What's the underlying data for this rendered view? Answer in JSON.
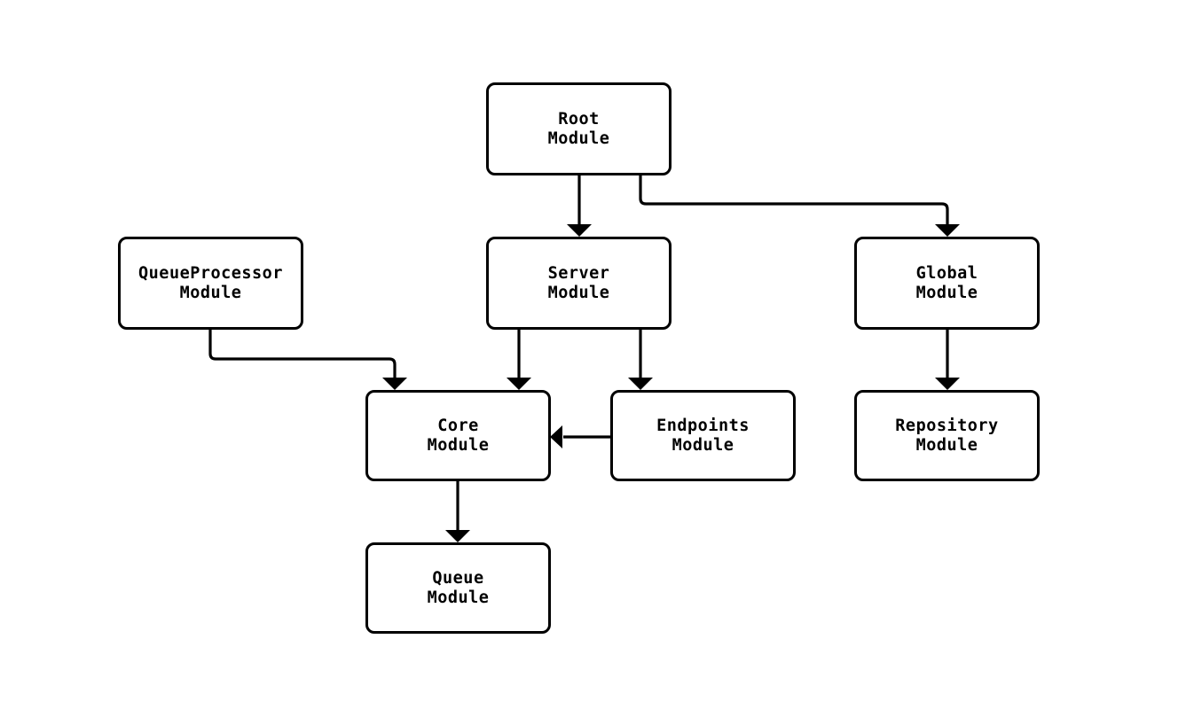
{
  "diagram": {
    "type": "flowchart",
    "background": "#ffffff",
    "colors": {
      "node_border": "#000000",
      "node_fill": "#ffffff",
      "edge": "#000000",
      "text": "#000000"
    },
    "nodes": [
      {
        "id": "root",
        "label": "Root\nModule"
      },
      {
        "id": "queueprocessor",
        "label": "QueueProcessor\nModule"
      },
      {
        "id": "server",
        "label": "Server\nModule"
      },
      {
        "id": "global",
        "label": "Global\nModule"
      },
      {
        "id": "core",
        "label": "Core\nModule"
      },
      {
        "id": "endpoints",
        "label": "Endpoints\nModule"
      },
      {
        "id": "repository",
        "label": "Repository\nModule"
      },
      {
        "id": "queue",
        "label": "Queue\nModule"
      }
    ],
    "edges": [
      {
        "from": "Root Module",
        "to": "Server Module"
      },
      {
        "from": "Root Module",
        "to": "Global Module"
      },
      {
        "from": "QueueProcessor Module",
        "to": "Core Module"
      },
      {
        "from": "Server Module",
        "to": "Core Module"
      },
      {
        "from": "Server Module",
        "to": "Endpoints Module"
      },
      {
        "from": "Endpoints Module",
        "to": "Core Module"
      },
      {
        "from": "Global Module",
        "to": "Repository Module"
      },
      {
        "from": "Core Module",
        "to": "Queue Module"
      }
    ]
  }
}
